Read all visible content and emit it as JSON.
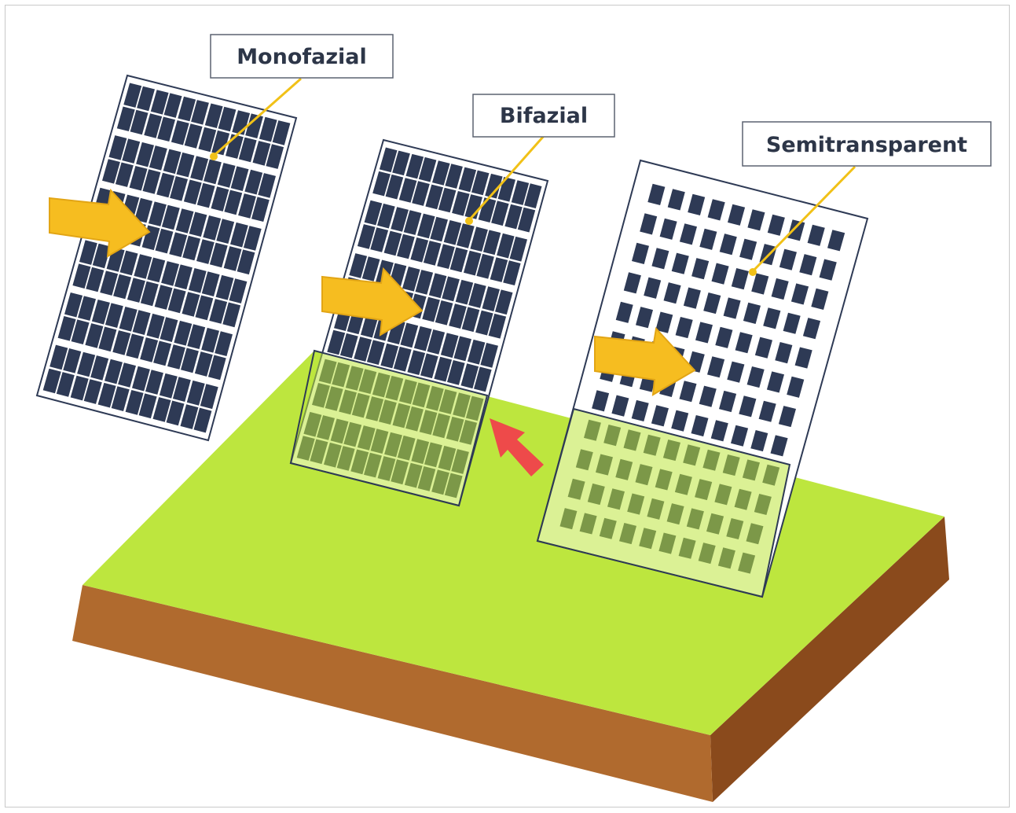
{
  "labels": {
    "monofazial": "Monofazial",
    "bifazial": "Bifazial",
    "semitransparent": "Semitransparent"
  },
  "colors": {
    "cell": "#2e3a55",
    "grass": "#bde63e",
    "soil_front": "#b06a2e",
    "soil_side": "#8a4a1c",
    "sun_arrow": "#f6bd20",
    "reflected_arrow": "#ee4a4a",
    "leader": "#f1c117"
  },
  "icons": {
    "sunlight": "sunlight-arrow-icon",
    "reflected": "reflected-light-arrow-icon"
  }
}
